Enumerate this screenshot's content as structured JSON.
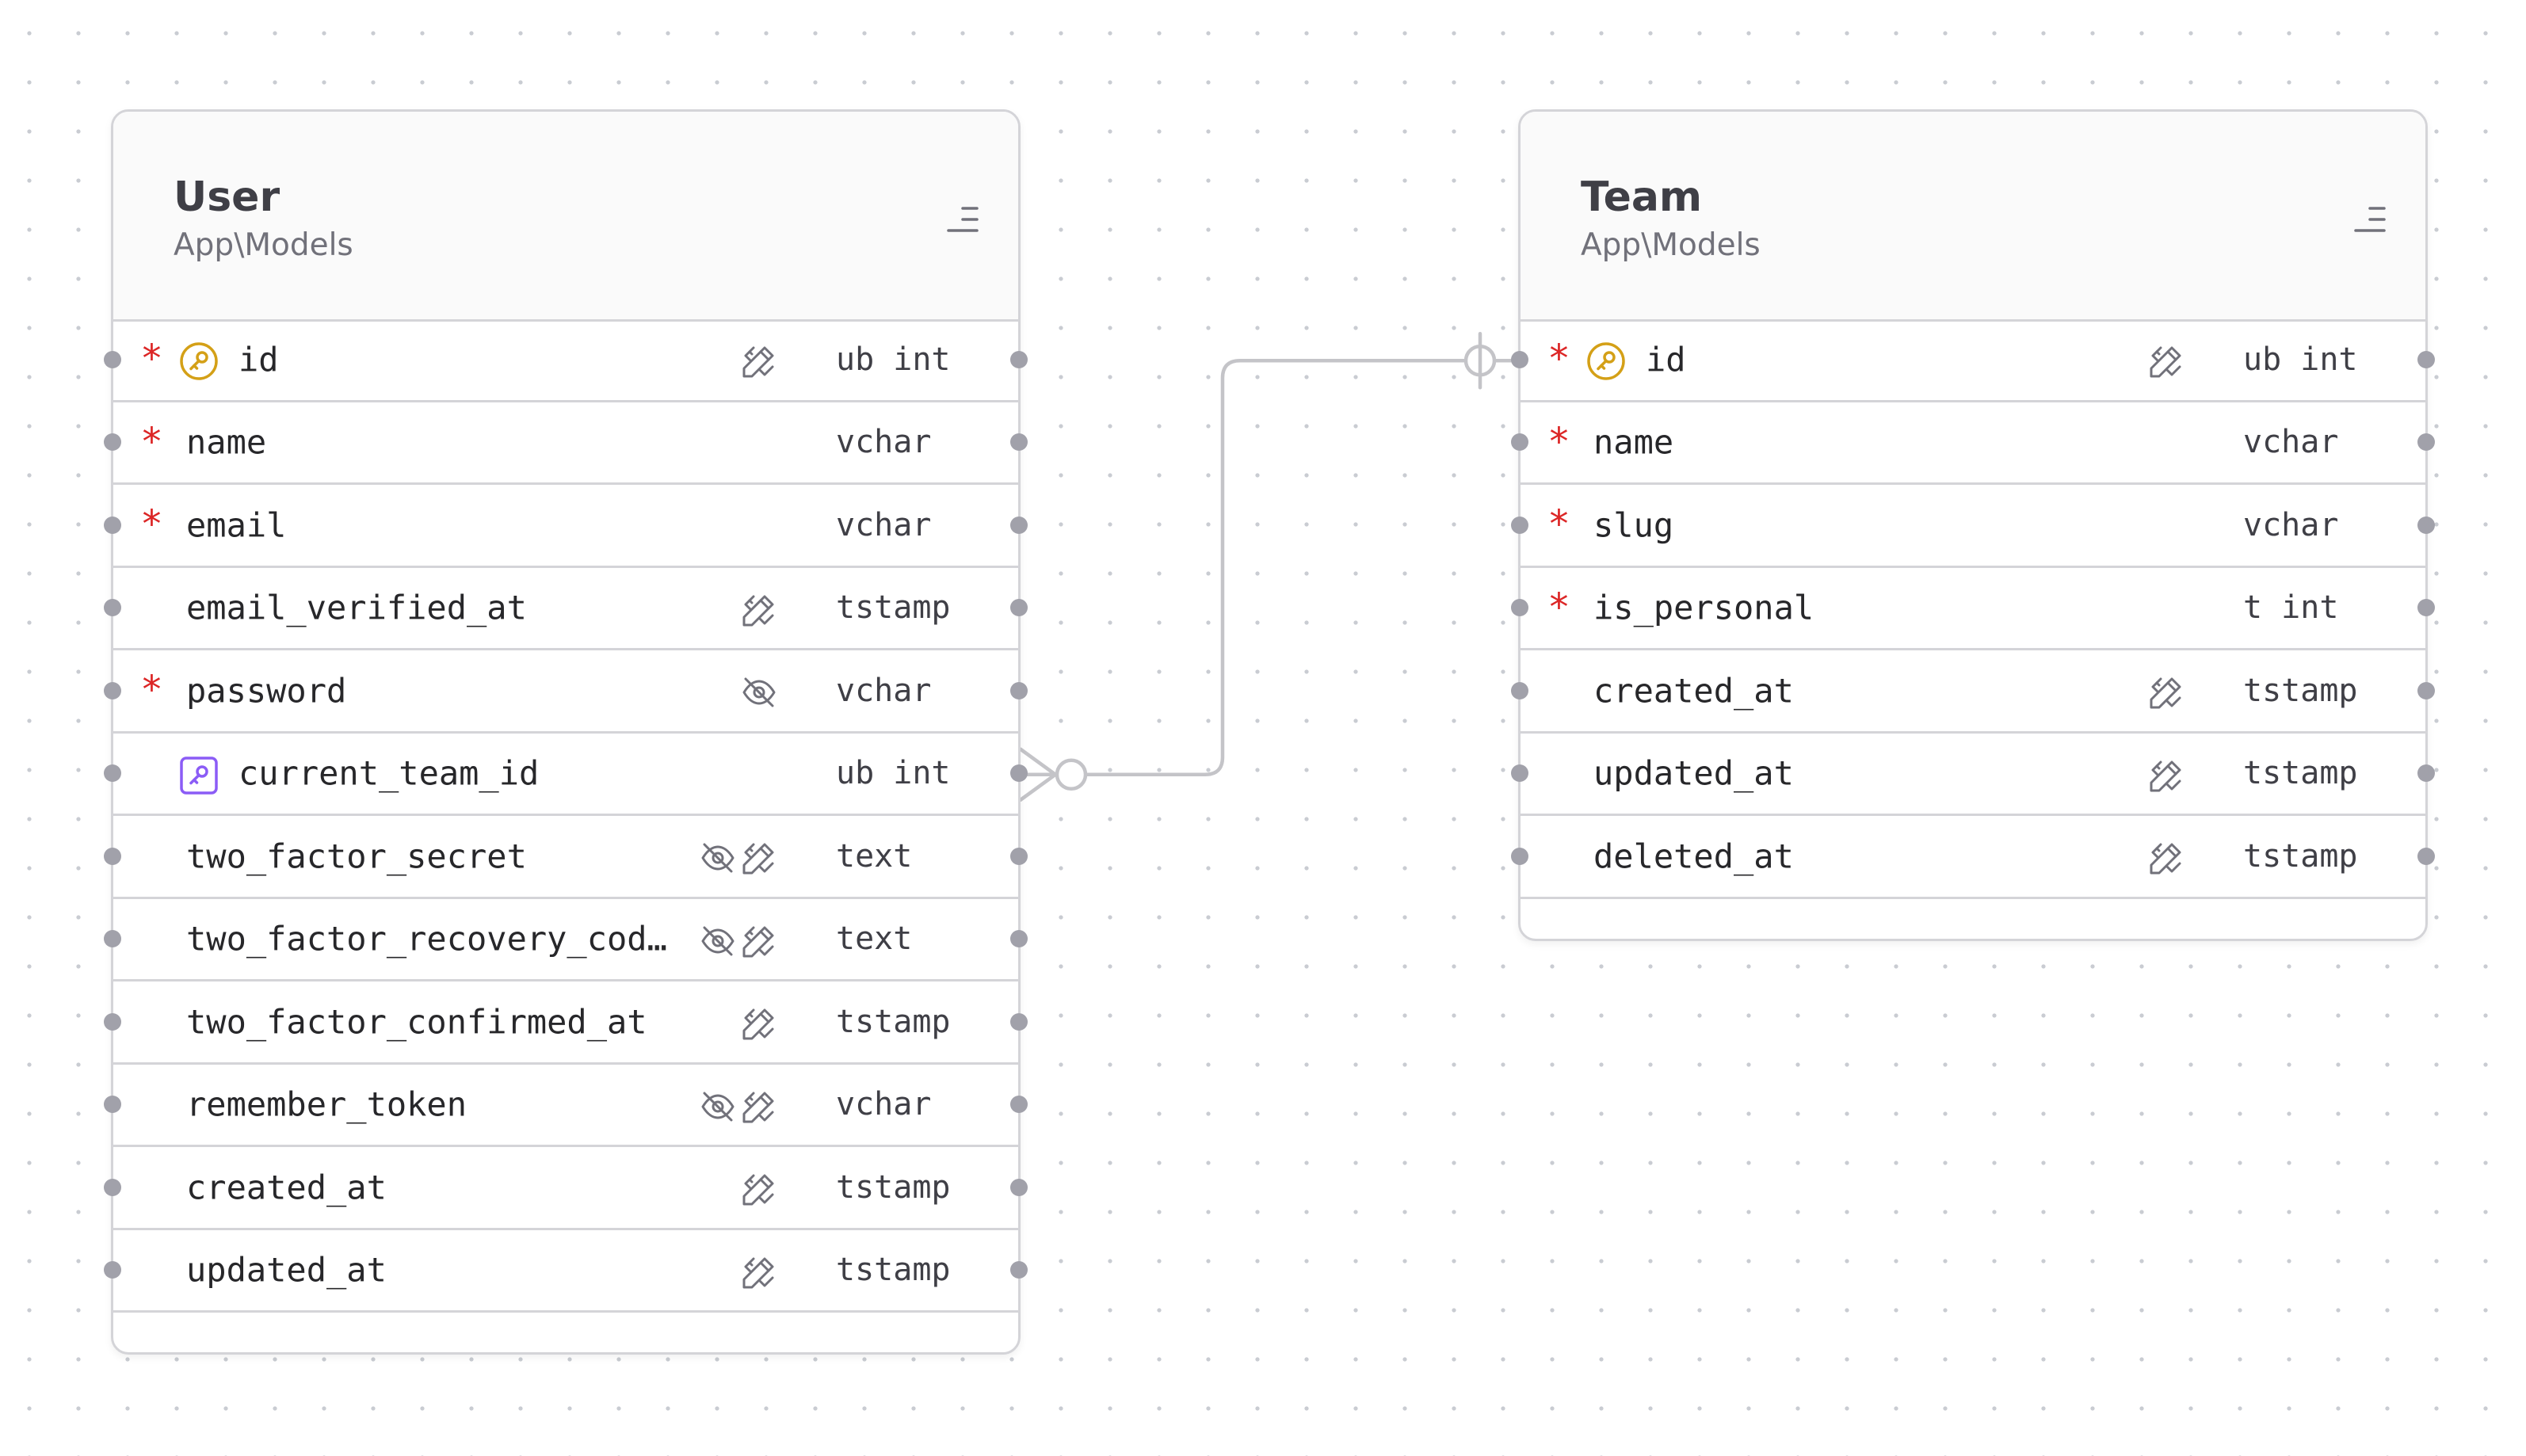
{
  "models": [
    {
      "id": "user",
      "name": "User",
      "namespace": "App\\Models",
      "fields": [
        {
          "name": "id",
          "type": "ub int",
          "required": true,
          "key": "primary",
          "hidden": false,
          "cast": true
        },
        {
          "name": "name",
          "type": "vchar",
          "required": true,
          "key": "",
          "hidden": false,
          "cast": false
        },
        {
          "name": "email",
          "type": "vchar",
          "required": true,
          "key": "",
          "hidden": false,
          "cast": false
        },
        {
          "name": "email_verified_at",
          "type": "tstamp",
          "required": false,
          "key": "",
          "hidden": false,
          "cast": true
        },
        {
          "name": "password",
          "type": "vchar",
          "required": true,
          "key": "",
          "hidden": true,
          "cast": false
        },
        {
          "name": "current_team_id",
          "type": "ub int",
          "required": false,
          "key": "foreign",
          "hidden": false,
          "cast": false
        },
        {
          "name": "two_factor_secret",
          "type": "text",
          "required": false,
          "key": "",
          "hidden": true,
          "cast": true
        },
        {
          "name": "two_factor_recovery_cod…",
          "type": "text",
          "required": false,
          "key": "",
          "hidden": true,
          "cast": true
        },
        {
          "name": "two_factor_confirmed_at",
          "type": "tstamp",
          "required": false,
          "key": "",
          "hidden": false,
          "cast": true
        },
        {
          "name": "remember_token",
          "type": "vchar",
          "required": false,
          "key": "",
          "hidden": true,
          "cast": true
        },
        {
          "name": "created_at",
          "type": "tstamp",
          "required": false,
          "key": "",
          "hidden": false,
          "cast": true
        },
        {
          "name": "updated_at",
          "type": "tstamp",
          "required": false,
          "key": "",
          "hidden": false,
          "cast": true
        }
      ]
    },
    {
      "id": "team",
      "name": "Team",
      "namespace": "App\\Models",
      "fields": [
        {
          "name": "id",
          "type": "ub int",
          "required": true,
          "key": "primary",
          "hidden": false,
          "cast": true
        },
        {
          "name": "name",
          "type": "vchar",
          "required": true,
          "key": "",
          "hidden": false,
          "cast": false
        },
        {
          "name": "slug",
          "type": "vchar",
          "required": true,
          "key": "",
          "hidden": false,
          "cast": false
        },
        {
          "name": "is_personal",
          "type": "t int",
          "required": true,
          "key": "",
          "hidden": false,
          "cast": false
        },
        {
          "name": "created_at",
          "type": "tstamp",
          "required": false,
          "key": "",
          "hidden": false,
          "cast": true
        },
        {
          "name": "updated_at",
          "type": "tstamp",
          "required": false,
          "key": "",
          "hidden": false,
          "cast": true
        },
        {
          "name": "deleted_at",
          "type": "tstamp",
          "required": false,
          "key": "",
          "hidden": false,
          "cast": true
        }
      ]
    }
  ],
  "relations": [
    {
      "from_model": "user",
      "from_field": "current_team_id",
      "to_model": "team",
      "to_field": "id",
      "from_end": "many",
      "to_end": "zero-or-one"
    }
  ],
  "colors": {
    "required": "#dc2626",
    "primary_key": "#d4a017",
    "foreign_key": "#8b5cf6",
    "border": "#d4d4d8",
    "handle": "#a1a1aa",
    "edge": "#c4c4c8",
    "icon": "#71717a"
  },
  "icons": {
    "required": "asterisk",
    "primary_key": "key-circle-icon",
    "foreign_key": "key-square-icon",
    "hidden": "eye-off-icon",
    "cast": "pencil-ruler-icon",
    "menu": "menu-lines-icon"
  }
}
